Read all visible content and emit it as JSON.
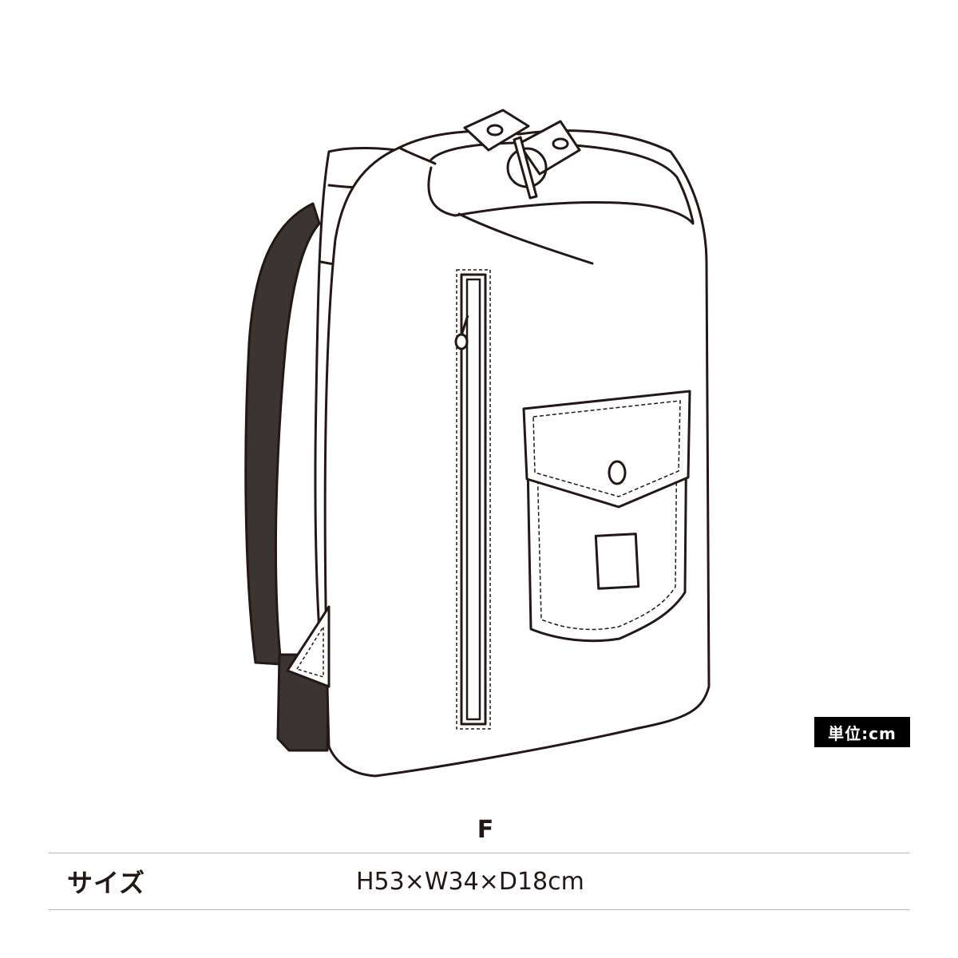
{
  "unit_label": "単位:cm",
  "size_column": "F",
  "size_row": {
    "label": "サイズ",
    "value": "H53×W34×D18cm"
  },
  "colors": {
    "outline": "#231815",
    "strap": "#3a3433",
    "badge_bg": "#000000",
    "badge_text": "#ffffff",
    "rule": "#bdbdbd"
  },
  "icons": [
    "backpack-illustration"
  ]
}
